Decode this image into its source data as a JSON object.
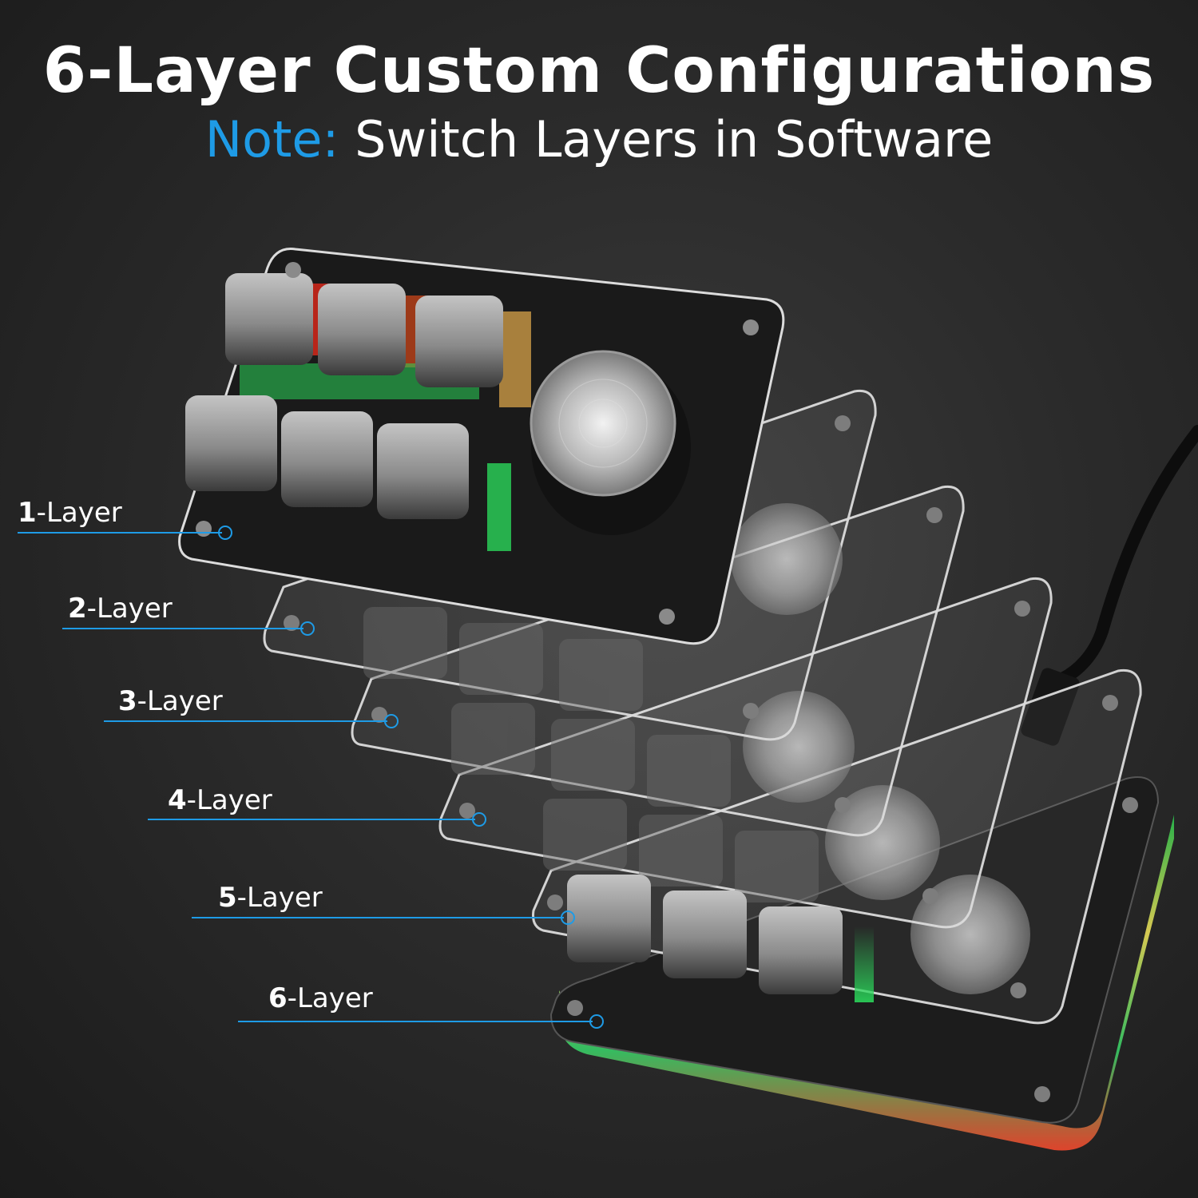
{
  "header": {
    "title": "6-Layer Custom Configurations",
    "note_label": "Note:",
    "note_text": " Switch Layers in Software"
  },
  "colors": {
    "accent": "#1e9be6",
    "background": "#2b2b2b",
    "text": "#ffffff",
    "key_glow_green": "#2bd65a",
    "key_glow_red": "#e0281a"
  },
  "layers": [
    {
      "number": "1",
      "suffix": "-Layer"
    },
    {
      "number": "2",
      "suffix": "-Layer"
    },
    {
      "number": "3",
      "suffix": "-Layer"
    },
    {
      "number": "4",
      "suffix": "-Layer"
    },
    {
      "number": "5",
      "suffix": "-Layer"
    },
    {
      "number": "6",
      "suffix": "-Layer"
    }
  ]
}
